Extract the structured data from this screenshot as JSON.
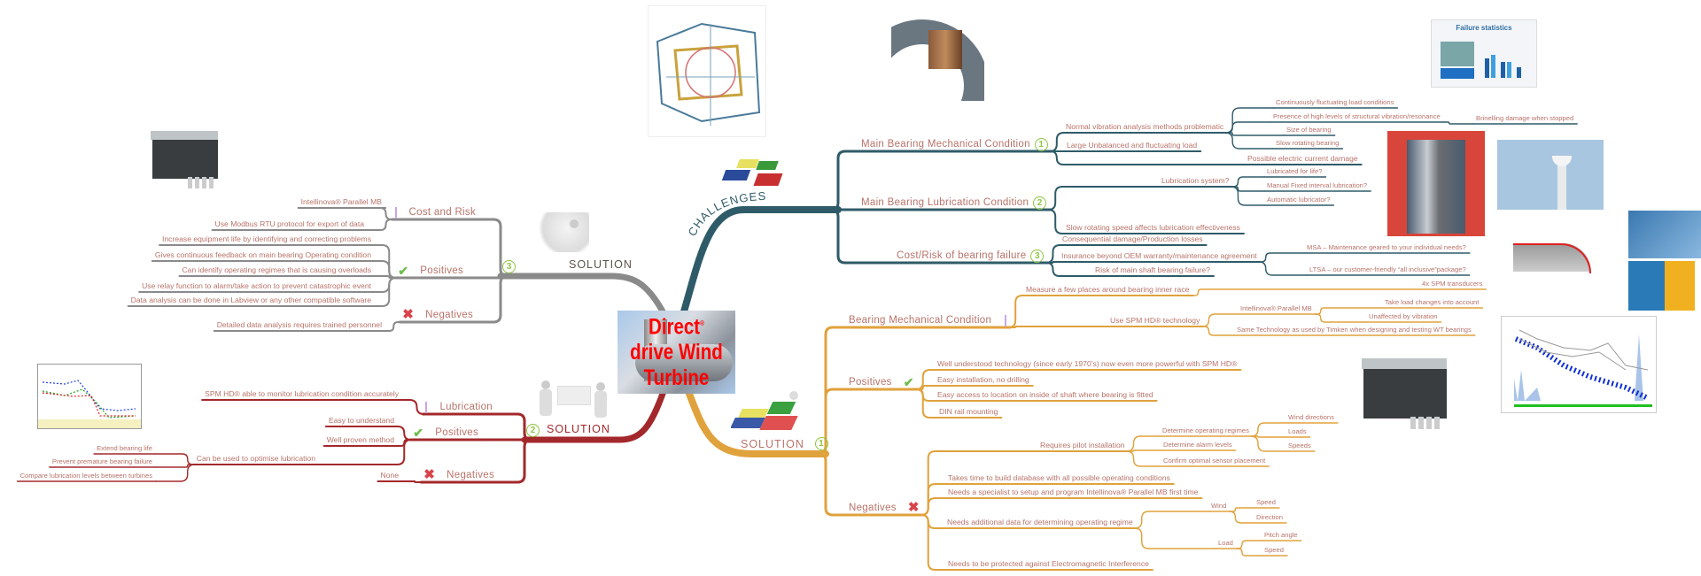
{
  "center": {
    "lines": [
      "Direct",
      "drive Wind",
      "Turbine"
    ],
    "mark": "®",
    "text_color": "#ff0000"
  },
  "colors": {
    "challenges": "#2f5b68",
    "solution1": "#e0a23c",
    "solution2": "#a3282b",
    "solution3": "#8a8a8a",
    "text": "#b8736a",
    "number_circle": "#8dc63f",
    "check": "#6cbf4a",
    "cross": "#d9434a",
    "marker": "#c8a6e6"
  },
  "icons": {
    "number": "number-circle-icon",
    "marker": "marker-icon",
    "check": "checkmark-icon",
    "cross": "cross-icon"
  },
  "challenges": {
    "label": "CHALLENGES",
    "mechanical": {
      "label": "Main Bearing Mechanical Condition",
      "number": "1",
      "normal_vibration": {
        "label": "Normal vibration analysis methods problematic",
        "items": [
          "Continuously fluctuating load conditions",
          "Presence of high levels of structural vibration/resonance",
          "Size of bearing",
          "Slow rotating bearing"
        ],
        "sub": "Brinelling damage when stopped"
      },
      "large_unbalanced": "Large Unbalanced and fluctuating load",
      "electric": "Possible electric current damage"
    },
    "lubrication": {
      "label": "Main Bearing Lubrication Condition",
      "number": "2",
      "system": {
        "label": "Lubrication system?",
        "items": [
          "Lubricated for life?",
          "Manual Fixed interval lubrication?",
          "Automatic lubricator?"
        ]
      },
      "slow": "Slow rotating speed affects lubrication effectiveness"
    },
    "cost": {
      "label": "Cost/Risk of bearing failure",
      "number": "3",
      "consequential": "Consequential damage/Production losses",
      "insurance": {
        "label": "Insurance beyond OEM warranty/maintenance agreement",
        "items": [
          "MSA – Maintenance geared to your individual needs?",
          "LTSA – our customer-friendly “all inclusive”package?"
        ]
      },
      "risk": "Risk of main shaft bearing failure?"
    }
  },
  "solution1": {
    "label": "SOLUTION",
    "number": "1",
    "bearing": {
      "label": "Bearing Mechanical Condition",
      "measure": {
        "label": "Measure a few places around bearing inner race",
        "sub": "4x SPM transducers"
      },
      "spm": {
        "label": "Use SPM HD® technology",
        "intellinova": {
          "label": "Intellinova® Parallel MB",
          "items": [
            "Take load changes into account",
            "Unaffected by vibration"
          ]
        },
        "timken": "Same Technology as used by Timken when designing and testing WT bearings"
      }
    },
    "positives": {
      "label": "Positives",
      "items": [
        "Well understood technology (since early 1970’s) now even more powerful with SPM HD®",
        "Easy installation, no drilling",
        "Easy access to location on inside of shaft where bearing is fitted",
        "DIN rail mounting"
      ]
    },
    "negatives": {
      "label": "Negatives",
      "pilot": {
        "label": "Requires pilot installation",
        "regimes": {
          "label": "Determine operating regimes",
          "items": [
            "Wind directions",
            "Loads",
            "Speeds"
          ]
        },
        "alarm": "Determine alarm levels",
        "confirm": "Confirm optimal sensor placement"
      },
      "takes_time": "Takes time to build database with all possible operating conditions",
      "specialist": "Needs a specialist to setup and program Intellinova® Parallel MB first time",
      "additional": {
        "label": "Needs additional data for determining operating regime",
        "wind": {
          "label": "Wind",
          "items": [
            "Speed",
            "Direction"
          ]
        },
        "load": {
          "label": "Load",
          "items": [
            "Pitch angle",
            "Speed"
          ]
        }
      },
      "emi": "Needs to be protected against Electromagnetic Interference"
    }
  },
  "solution3": {
    "label": "SOLUTION",
    "number": "3",
    "cost": {
      "label": "Cost and Risk",
      "items": [
        "Intellinova® Parallel MB",
        "Use Modbus RTU protocol for export of data"
      ]
    },
    "positives": {
      "label": "Positives",
      "items": [
        "Increase equipment life by identifying and correcting problems",
        "Gives continuous feedback on main bearing Operating condition",
        "Can identify operating regimes that is causing overloads",
        "Use relay function to alarm/take action to prevent catastrophic event",
        "Data analysis can be done in Labview or any other compatible software"
      ]
    },
    "negatives": {
      "label": "Negatives",
      "items": [
        "Detailed data analysis requires trained personnel"
      ]
    }
  },
  "solution2": {
    "label": "SOLUTION",
    "number": "2",
    "lubrication": {
      "label": "Lubrication",
      "items": [
        "SPM HD® able to monitor lubrication condition accurately"
      ]
    },
    "positives": {
      "label": "Positives",
      "items": [
        "Easy to understand",
        "Well proven method"
      ],
      "optimise": {
        "label": "Can be used to optimise lubrication",
        "items": [
          "Extend bearing life",
          "Prevent premature bearing failure",
          "Compare lubrication levels between turbines"
        ]
      }
    },
    "negatives": {
      "label": "Negatives",
      "items": [
        "None"
      ]
    }
  },
  "images": {
    "failure_statistics_title": "Failure statistics"
  }
}
